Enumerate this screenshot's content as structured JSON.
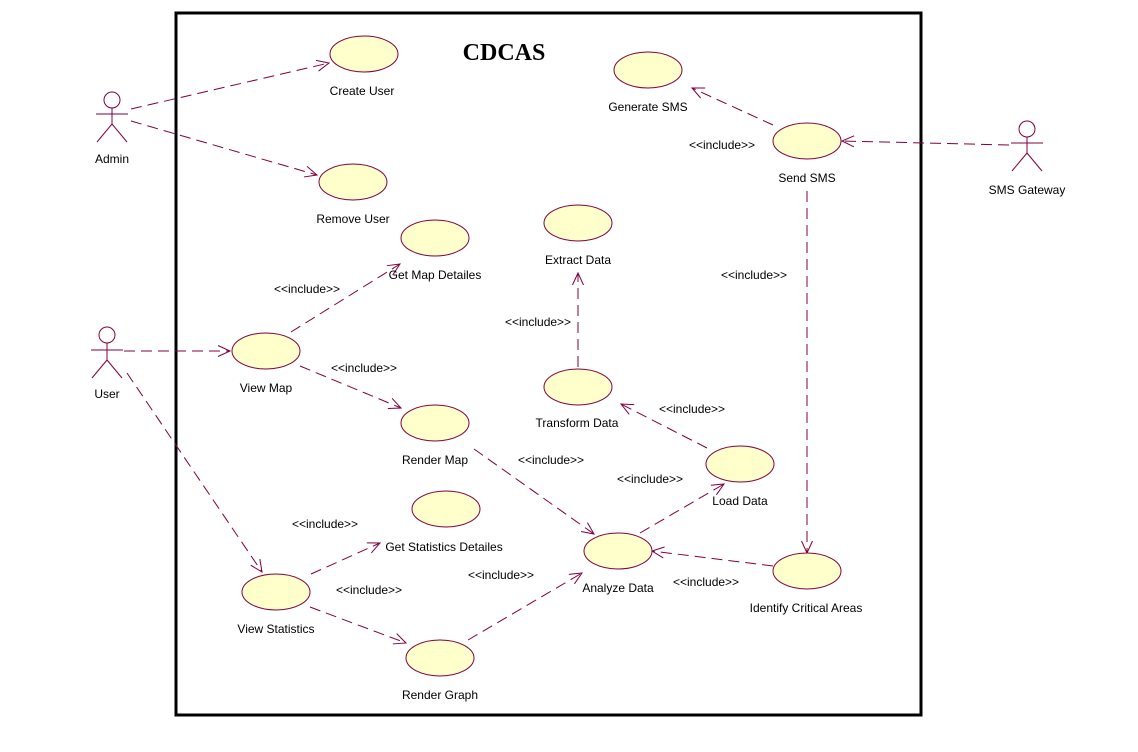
{
  "system": {
    "title": "CDCAS"
  },
  "colors": {
    "ellipse_fill": "#ffffcc",
    "ellipse_stroke": "#800040",
    "edge_color": "#800040",
    "boundary": "#000000"
  },
  "actors": [
    {
      "id": "admin",
      "label": "Admin"
    },
    {
      "id": "user",
      "label": "User"
    },
    {
      "id": "sms-gateway",
      "label": "SMS Gateway"
    }
  ],
  "use_cases": [
    {
      "id": "create-user",
      "label": "Create User"
    },
    {
      "id": "remove-user",
      "label": "Remove User"
    },
    {
      "id": "get-map-detailes",
      "label": "Get Map Detailes"
    },
    {
      "id": "view-map",
      "label": "View Map"
    },
    {
      "id": "render-map",
      "label": "Render Map"
    },
    {
      "id": "get-statistics-detailes",
      "label": "Get Statistics Detailes"
    },
    {
      "id": "view-statistics",
      "label": "View Statistics"
    },
    {
      "id": "render-graph",
      "label": "Render Graph"
    },
    {
      "id": "extract-data",
      "label": "Extract Data"
    },
    {
      "id": "transform-data",
      "label": "Transform Data"
    },
    {
      "id": "load-data",
      "label": "Load Data"
    },
    {
      "id": "analyze-data",
      "label": "Analyze Data"
    },
    {
      "id": "generate-sms",
      "label": "Generate SMS"
    },
    {
      "id": "send-sms",
      "label": "Send SMS"
    },
    {
      "id": "identify-critical-areas",
      "label": "Identify Critical Areas"
    }
  ],
  "relationships": [
    {
      "from": "admin",
      "to": "create-user",
      "label": ""
    },
    {
      "from": "admin",
      "to": "remove-user",
      "label": ""
    },
    {
      "from": "user",
      "to": "view-map",
      "label": ""
    },
    {
      "from": "user",
      "to": "view-statistics",
      "label": ""
    },
    {
      "from": "sms-gateway",
      "to": "send-sms",
      "label": ""
    },
    {
      "from": "view-map",
      "to": "get-map-detailes",
      "label": "<<include>>"
    },
    {
      "from": "view-map",
      "to": "render-map",
      "label": "<<include>>"
    },
    {
      "from": "render-map",
      "to": "analyze-data",
      "label": "<<include>>"
    },
    {
      "from": "view-statistics",
      "to": "get-statistics-detailes",
      "label": "<<include>>"
    },
    {
      "from": "view-statistics",
      "to": "render-graph",
      "label": "<<include>>"
    },
    {
      "from": "render-graph",
      "to": "analyze-data",
      "label": "<<include>>"
    },
    {
      "from": "transform-data",
      "to": "extract-data",
      "label": "<<include>>"
    },
    {
      "from": "load-data",
      "to": "transform-data",
      "label": "<<include>>"
    },
    {
      "from": "analyze-data",
      "to": "load-data",
      "label": "<<include>>"
    },
    {
      "from": "identify-critical-areas",
      "to": "analyze-data",
      "label": "<<include>>"
    },
    {
      "from": "send-sms",
      "to": "generate-sms",
      "label": "<<include>>"
    },
    {
      "from": "send-sms",
      "to": "identify-critical-areas",
      "label": "<<include>>"
    }
  ]
}
